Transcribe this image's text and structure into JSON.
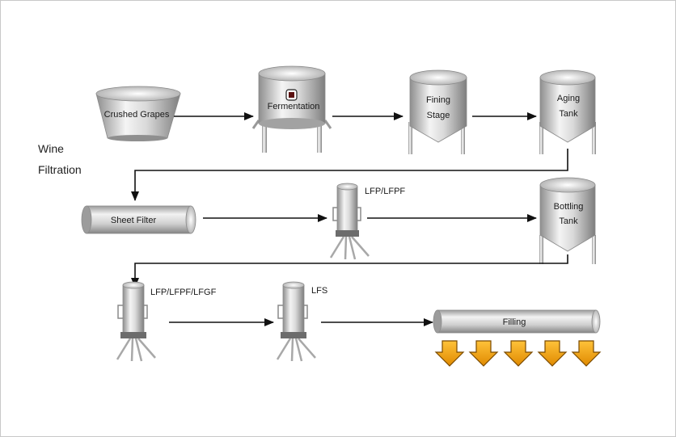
{
  "diagram": {
    "side_title": {
      "line1": "Wine",
      "line2": "Filtration"
    },
    "nodes": {
      "crushed_grapes": "Crushed Grapes",
      "fermentation": "Fermentation",
      "fining_stage": {
        "line1": "Fining",
        "line2": "Stage"
      },
      "aging_tank": {
        "line1": "Aging",
        "line2": "Tank"
      },
      "sheet_filter": "Sheet Filter",
      "lfp_lfpf": "LFP/LFPF",
      "bottling_tank": {
        "line1": "Bottling",
        "line2": "Tank"
      },
      "lfp_lfpf_lfgf": "LFP/LFPF/LFGF",
      "lfs": "LFS",
      "filling": "Filling"
    },
    "colors": {
      "metal_dark": "#8e8e8e",
      "metal_light": "#f2f2f2",
      "arrow": "#111111",
      "fill_arrow": "#f0a30a",
      "fill_arrow_outline": "#7a4a00"
    }
  }
}
